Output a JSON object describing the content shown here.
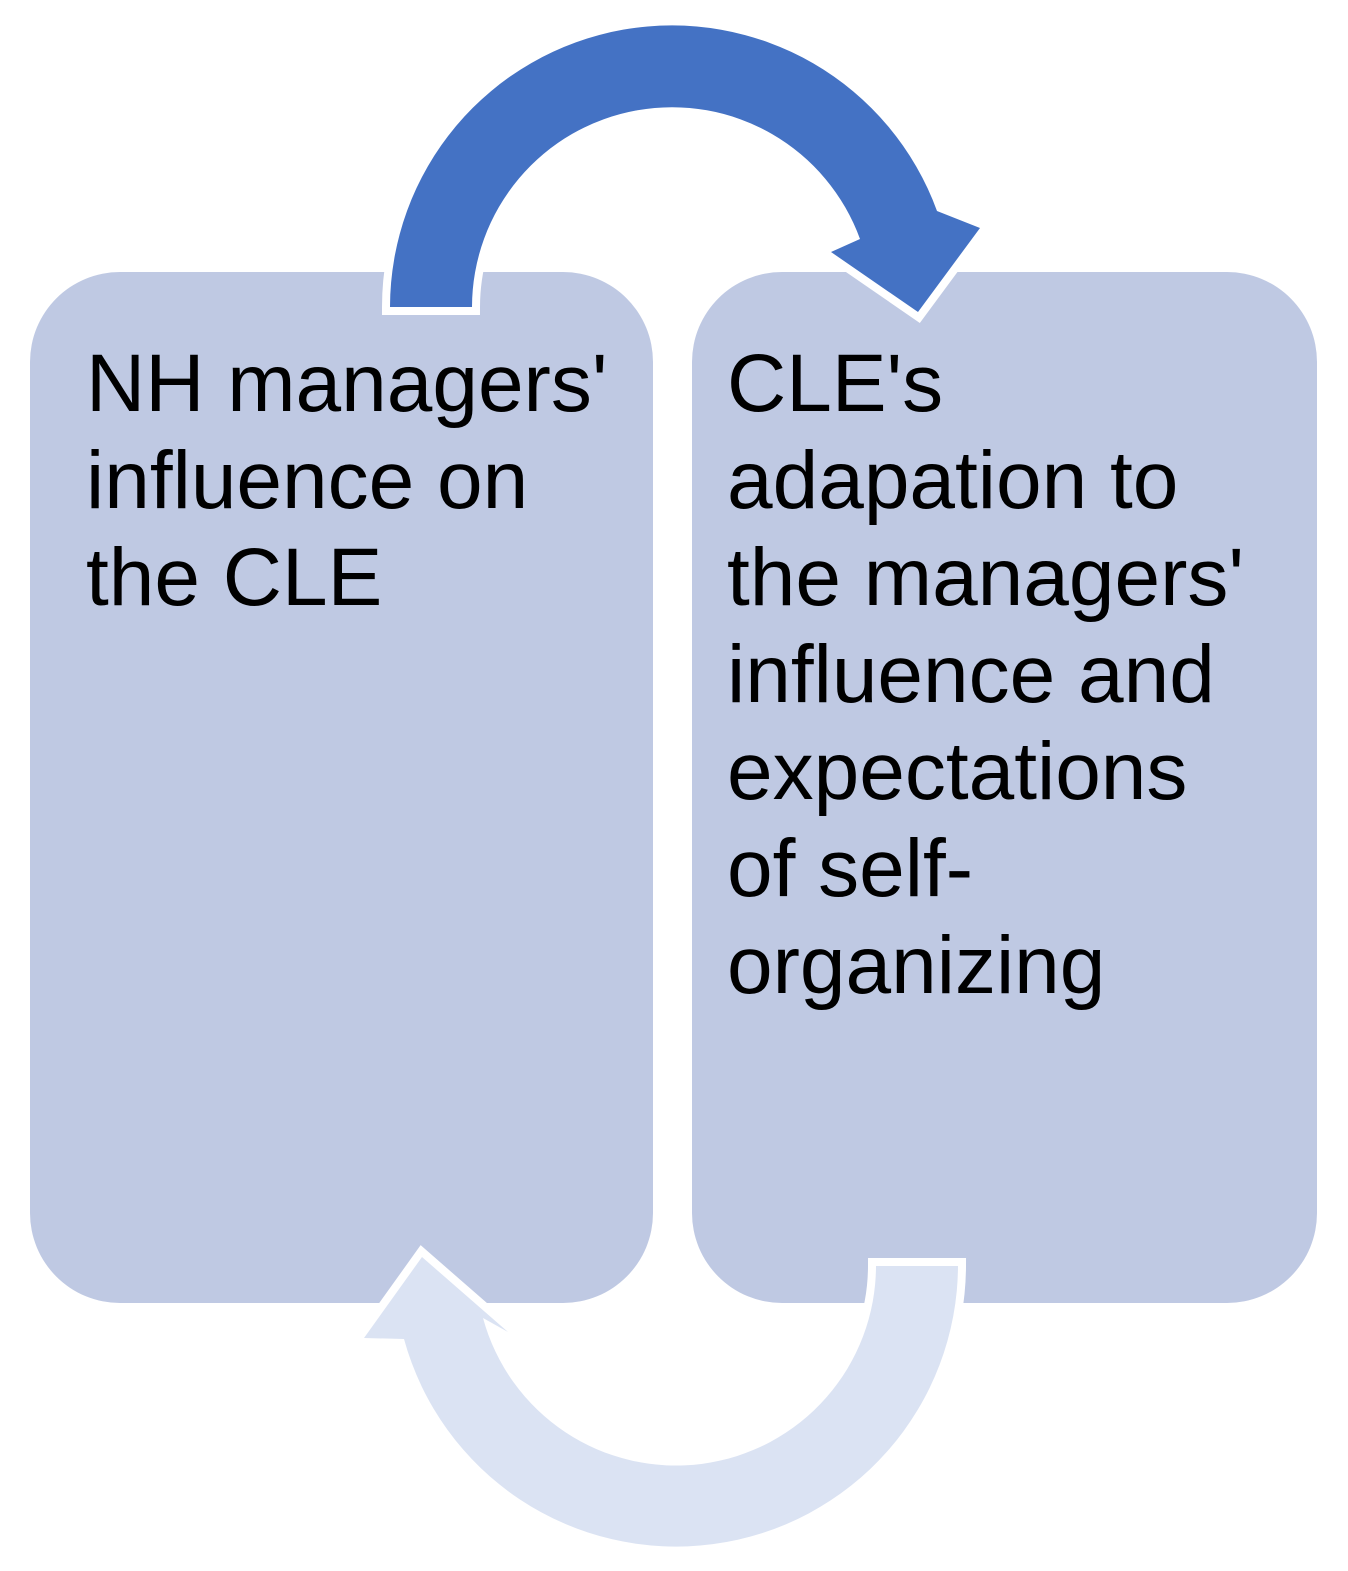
{
  "diagram": {
    "background_color": "#ffffff",
    "text_color": "#000000",
    "boxes": {
      "left": {
        "text": "NH managers'\ninfluence on\nthe CLE",
        "fill": "#bfc9e3"
      },
      "right": {
        "text": "CLE's\nadapation to\nthe managers'\ninfluence and\nexpectations\nof self-\norganizing",
        "fill": "#bfc9e3"
      }
    },
    "arrows": {
      "top": {
        "direction": "left-to-right",
        "fill": "#4472c4",
        "outline": "#ffffff"
      },
      "bottom": {
        "direction": "right-to-left",
        "fill": "#dbe3f3",
        "outline": "#ffffff"
      }
    }
  }
}
